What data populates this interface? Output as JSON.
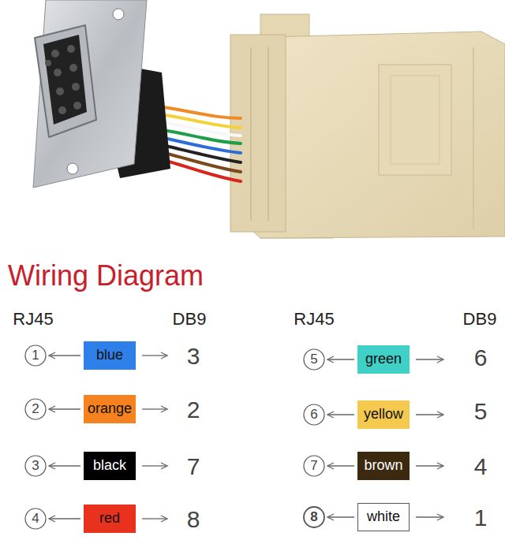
{
  "diagram": {
    "title": "Wiring Diagram",
    "nodes": [
      {
        "text": [
          "1"
        ]
      },
      {
        "text": [
          "blue"
        ]
      },
      {
        "text": [
          "5"
        ]
      },
      {
        "text": [
          "green"
        ]
      },
      {
        "text": [
          "2"
        ]
      },
      {
        "text": [
          "orange"
        ]
      },
      {
        "text": [
          "6"
        ]
      },
      {
        "text": [
          "yellow"
        ]
      },
      {
        "text": [
          "3"
        ]
      },
      {
        "text": [
          "black"
        ]
      },
      {
        "text": [
          "7"
        ]
      },
      {
        "text": [
          "brown"
        ]
      },
      {
        "text": [
          "4"
        ]
      },
      {
        "text": [
          "red"
        ]
      },
      {
        "text": [
          "8"
        ]
      },
      {
        "text": [
          "white"
        ]
      }
    ],
    "edges": [
      {
        "from": 1,
        "to": 0,
        "arrow": "to"
      },
      {
        "from": 3,
        "to": 2,
        "arrow": "to"
      },
      {
        "from": 5,
        "to": 4,
        "arrow": "to"
      },
      {
        "from": 7,
        "to": 6,
        "arrow": "to"
      },
      {
        "from": 9,
        "to": 8,
        "arrow": "to"
      },
      {
        "from": 11,
        "to": 10,
        "arrow": "to"
      },
      {
        "from": 13,
        "to": 12,
        "arrow": "to"
      },
      {
        "from": 15,
        "to": 14,
        "arrow": "to"
      }
    ],
    "labels": [
      "RJ45",
      "DB9",
      "RJ45",
      "DB9",
      "3",
      "6",
      "2",
      "5",
      "7",
      "4",
      "8",
      "1"
    ]
  }
}
